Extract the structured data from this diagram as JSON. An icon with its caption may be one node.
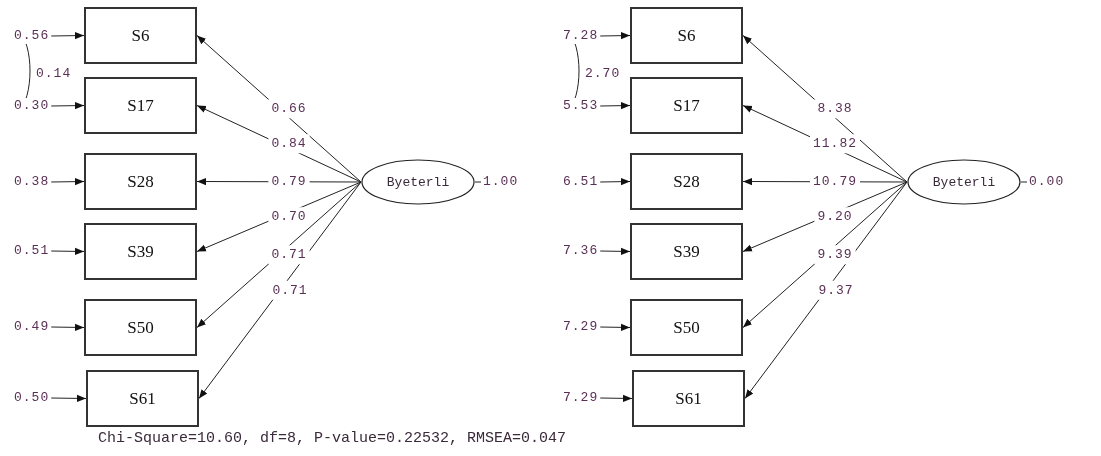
{
  "diagram": {
    "nodes": [
      {
        "text": [
          "S6"
        ]
      },
      {
        "text": [
          "S17"
        ]
      },
      {
        "text": [
          "S28"
        ]
      },
      {
        "text": [
          "S39"
        ]
      },
      {
        "text": [
          "S50"
        ]
      },
      {
        "text": [
          "S61"
        ]
      },
      {
        "text": [
          "Byeterli"
        ]
      },
      {
        "text": [
          "0.56"
        ]
      },
      {
        "text": [
          "0.30"
        ]
      },
      {
        "text": [
          "0.38"
        ]
      },
      {
        "text": [
          "0.51"
        ]
      },
      {
        "text": [
          "0.49"
        ]
      },
      {
        "text": [
          "0.50"
        ]
      },
      {
        "text": [
          "1.00"
        ]
      },
      {
        "text": [
          "S6"
        ]
      },
      {
        "text": [
          "S17"
        ]
      },
      {
        "text": [
          "S28"
        ]
      },
      {
        "text": [
          "S39"
        ]
      },
      {
        "text": [
          "S50"
        ]
      },
      {
        "text": [
          "S61"
        ]
      },
      {
        "text": [
          "Byeterli"
        ]
      },
      {
        "text": [
          "7.28"
        ]
      },
      {
        "text": [
          "5.53"
        ]
      },
      {
        "text": [
          "6.51"
        ]
      },
      {
        "text": [
          "7.36"
        ]
      },
      {
        "text": [
          "7.29"
        ]
      },
      {
        "text": [
          "7.29"
        ]
      },
      {
        "text": [
          "0.00"
        ]
      }
    ],
    "edges": [
      {
        "from": 6,
        "to": 0,
        "arrow": "to",
        "label": "0.66"
      },
      {
        "from": 6,
        "to": 1,
        "arrow": "to",
        "label": "0.84"
      },
      {
        "from": 6,
        "to": 2,
        "arrow": "to",
        "label": "0.79"
      },
      {
        "from": 6,
        "to": 3,
        "arrow": "to",
        "label": "0.70"
      },
      {
        "from": 6,
        "to": 4,
        "arrow": "to",
        "label": "0.71"
      },
      {
        "from": 6,
        "to": 5,
        "arrow": "to",
        "label": "0.71"
      },
      {
        "from": 7,
        "to": 0,
        "arrow": "to"
      },
      {
        "from": 8,
        "to": 1,
        "arrow": "to"
      },
      {
        "from": 9,
        "to": 2,
        "arrow": "to"
      },
      {
        "from": 10,
        "to": 3,
        "arrow": "to"
      },
      {
        "from": 11,
        "to": 4,
        "arrow": "to"
      },
      {
        "from": 12,
        "to": 5,
        "arrow": "to"
      },
      {
        "from": 7,
        "to": 8,
        "arrow": "both",
        "label": "0.14"
      },
      {
        "from": 6,
        "to": 13,
        "arrow": "none"
      },
      {
        "from": 20,
        "to": 14,
        "arrow": "to",
        "label": "8.38"
      },
      {
        "from": 20,
        "to": 15,
        "arrow": "to",
        "label": "11.82"
      },
      {
        "from": 20,
        "to": 16,
        "arrow": "to",
        "label": "10.79"
      },
      {
        "from": 20,
        "to": 17,
        "arrow": "to",
        "label": "9.20"
      },
      {
        "from": 20,
        "to": 18,
        "arrow": "to",
        "label": "9.39"
      },
      {
        "from": 20,
        "to": 19,
        "arrow": "to",
        "label": "9.37"
      },
      {
        "from": 21,
        "to": 14,
        "arrow": "to"
      },
      {
        "from": 22,
        "to": 15,
        "arrow": "to"
      },
      {
        "from": 23,
        "to": 16,
        "arrow": "to"
      },
      {
        "from": 24,
        "to": 17,
        "arrow": "to"
      },
      {
        "from": 25,
        "to": 18,
        "arrow": "to"
      },
      {
        "from": 26,
        "to": 19,
        "arrow": "to"
      },
      {
        "from": 21,
        "to": 22,
        "arrow": "both",
        "label": "2.70"
      },
      {
        "from": 20,
        "to": 27,
        "arrow": "none"
      }
    ],
    "labels": [
      "Chi-Square=10.60, df=8, P-value=0.22532, RMSEA=0.047"
    ]
  }
}
